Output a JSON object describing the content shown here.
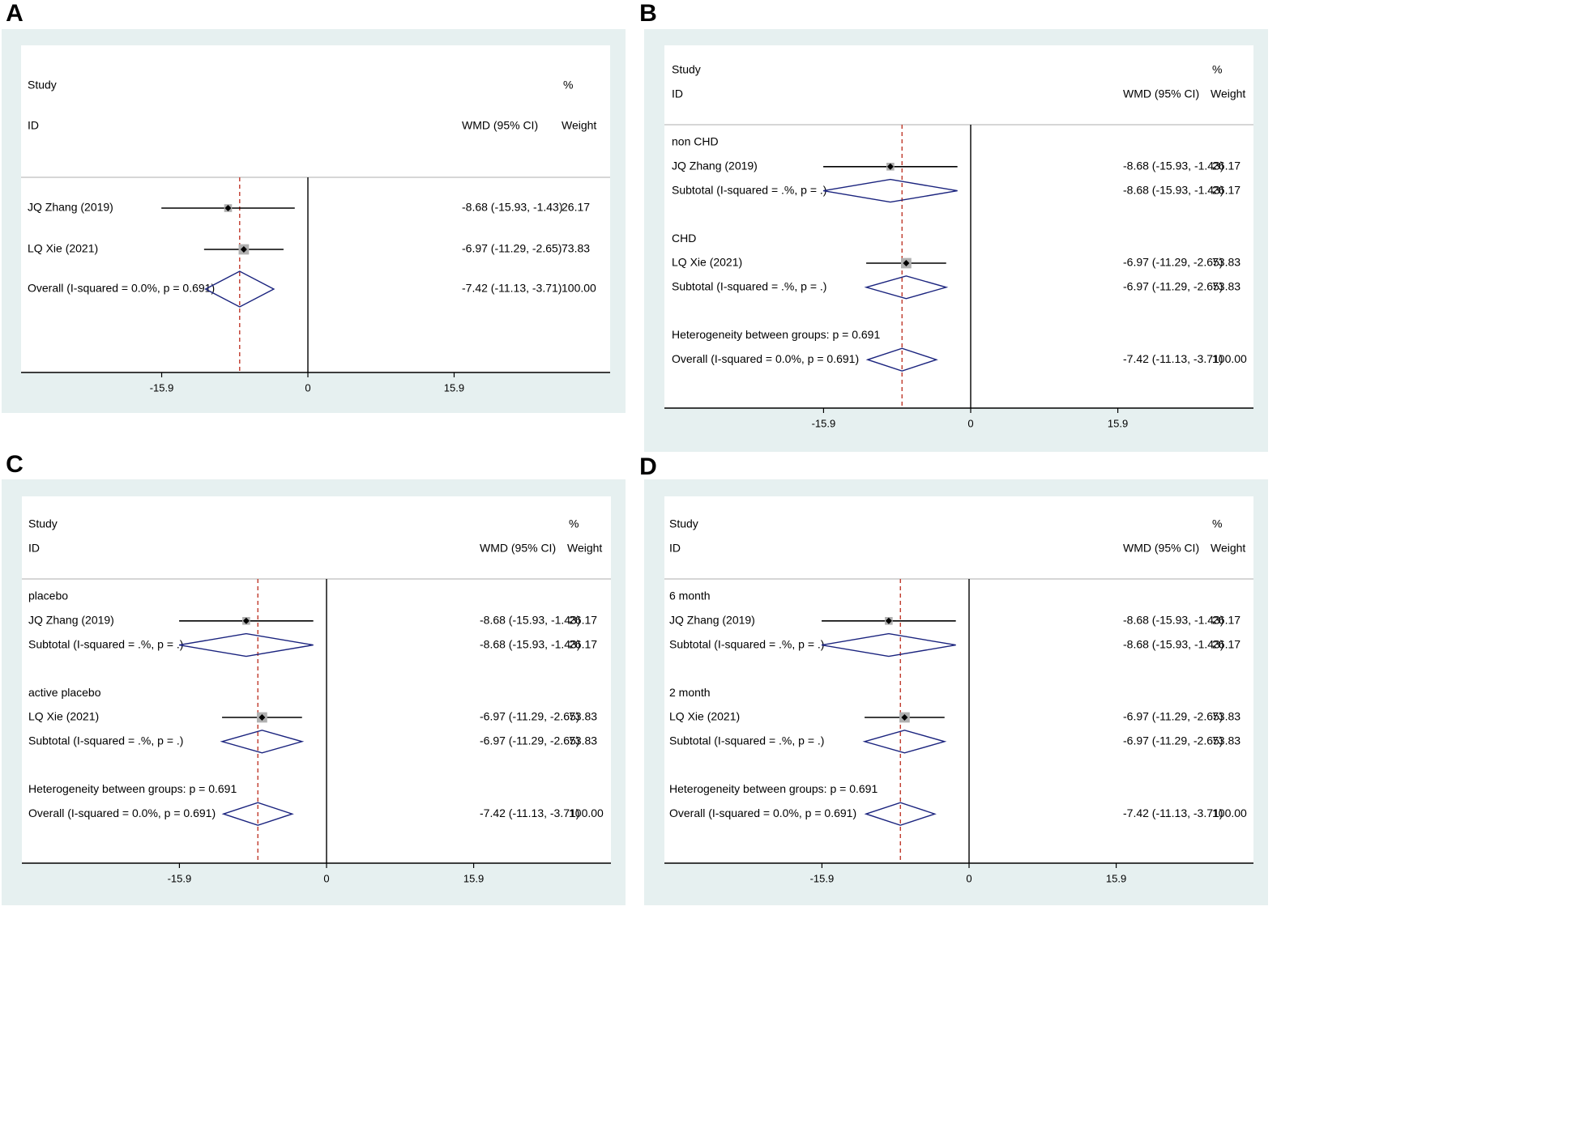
{
  "chart_data": [
    {
      "panel_label": "A",
      "type": "forest",
      "x_ticks": [
        -15.9,
        0,
        15.9
      ],
      "x_tick_labels": [
        "-15.9",
        "0",
        "15.9"
      ],
      "headers": {
        "study_1": "Study",
        "study_2": "ID",
        "effect": "WMD (95% CI)",
        "weight_1": "%",
        "weight_2": "Weight"
      },
      "rows": [
        {
          "kind": "study",
          "label": "JQ Zhang (2019)",
          "est": -8.68,
          "lo": -15.93,
          "hi": -1.43,
          "ci_text": "-8.68 (-15.93, -1.43)",
          "weight_text": "26.17",
          "weight": 26.17
        },
        {
          "kind": "study",
          "label": "LQ Xie (2021)",
          "est": -6.97,
          "lo": -11.29,
          "hi": -2.65,
          "ci_text": "-6.97 (-11.29, -2.65)",
          "weight_text": "73.83",
          "weight": 73.83
        },
        {
          "kind": "overall",
          "label": "Overall  (I-squared = 0.0%, p = 0.691)",
          "est": -7.42,
          "lo": -11.13,
          "hi": -3.71,
          "ci_text": "-7.42 (-11.13, -3.71)",
          "weight_text": "100.00"
        }
      ],
      "overall_est": -7.42
    },
    {
      "panel_label": "B",
      "type": "forest",
      "x_ticks": [
        -15.9,
        0,
        15.9
      ],
      "x_tick_labels": [
        "-15.9",
        "0",
        "15.9"
      ],
      "headers": {
        "study_1": "Study",
        "study_2": "ID",
        "effect": "WMD (95% CI)",
        "weight_1": "%",
        "weight_2": "Weight"
      },
      "rows": [
        {
          "kind": "group",
          "label": "non CHD"
        },
        {
          "kind": "study",
          "label": "JQ Zhang (2019)",
          "est": -8.68,
          "lo": -15.93,
          "hi": -1.43,
          "ci_text": "-8.68 (-15.93, -1.43)",
          "weight_text": "26.17",
          "weight": 26.17
        },
        {
          "kind": "subtotal",
          "label": "Subtotal  (I-squared = .%, p = .)",
          "est": -8.68,
          "lo": -15.93,
          "hi": -1.43,
          "ci_text": "-8.68 (-15.93, -1.43)",
          "weight_text": "26.17"
        },
        {
          "kind": "gap"
        },
        {
          "kind": "group",
          "label": "CHD"
        },
        {
          "kind": "study",
          "label": "LQ Xie (2021)",
          "est": -6.97,
          "lo": -11.29,
          "hi": -2.65,
          "ci_text": "-6.97 (-11.29, -2.65)",
          "weight_text": "73.83",
          "weight": 73.83
        },
        {
          "kind": "subtotal",
          "label": "Subtotal  (I-squared = .%, p = .)",
          "est": -6.97,
          "lo": -11.29,
          "hi": -2.65,
          "ci_text": "-6.97 (-11.29, -2.65)",
          "weight_text": "73.83"
        },
        {
          "kind": "gap"
        },
        {
          "kind": "group",
          "label": "Heterogeneity between groups: p = 0.691"
        },
        {
          "kind": "overall",
          "label": "Overall  (I-squared = 0.0%, p = 0.691)",
          "est": -7.42,
          "lo": -11.13,
          "hi": -3.71,
          "ci_text": "-7.42 (-11.13, -3.71)",
          "weight_text": "100.00"
        }
      ],
      "overall_est": -7.42
    },
    {
      "panel_label": "C",
      "type": "forest",
      "x_ticks": [
        -15.9,
        0,
        15.9
      ],
      "x_tick_labels": [
        "-15.9",
        "0",
        "15.9"
      ],
      "headers": {
        "study_1": "Study",
        "study_2": "ID",
        "effect": "WMD (95% CI)",
        "weight_1": "%",
        "weight_2": "Weight"
      },
      "rows": [
        {
          "kind": "group",
          "label": "placebo"
        },
        {
          "kind": "study",
          "label": "JQ Zhang (2019)",
          "est": -8.68,
          "lo": -15.93,
          "hi": -1.43,
          "ci_text": "-8.68 (-15.93, -1.43)",
          "weight_text": "26.17",
          "weight": 26.17
        },
        {
          "kind": "subtotal",
          "label": "Subtotal  (I-squared = .%, p = .)",
          "est": -8.68,
          "lo": -15.93,
          "hi": -1.43,
          "ci_text": "-8.68 (-15.93, -1.43)",
          "weight_text": "26.17"
        },
        {
          "kind": "gap"
        },
        {
          "kind": "group",
          "label": "active placebo"
        },
        {
          "kind": "study",
          "label": "LQ Xie (2021)",
          "est": -6.97,
          "lo": -11.29,
          "hi": -2.65,
          "ci_text": "-6.97 (-11.29, -2.65)",
          "weight_text": "73.83",
          "weight": 73.83
        },
        {
          "kind": "subtotal",
          "label": "Subtotal  (I-squared = .%, p = .)",
          "est": -6.97,
          "lo": -11.29,
          "hi": -2.65,
          "ci_text": "-6.97 (-11.29, -2.65)",
          "weight_text": "73.83"
        },
        {
          "kind": "gap"
        },
        {
          "kind": "group",
          "label": "Heterogeneity between groups: p = 0.691"
        },
        {
          "kind": "overall",
          "label": "Overall  (I-squared = 0.0%, p = 0.691)",
          "est": -7.42,
          "lo": -11.13,
          "hi": -3.71,
          "ci_text": "-7.42 (-11.13, -3.71)",
          "weight_text": "100.00"
        }
      ],
      "overall_est": -7.42
    },
    {
      "panel_label": "D",
      "type": "forest",
      "x_ticks": [
        -15.9,
        0,
        15.9
      ],
      "x_tick_labels": [
        "-15.9",
        "0",
        "15.9"
      ],
      "headers": {
        "study_1": "Study",
        "study_2": "ID",
        "effect": "WMD (95% CI)",
        "weight_1": "%",
        "weight_2": "Weight"
      },
      "rows": [
        {
          "kind": "group",
          "label": "6 month"
        },
        {
          "kind": "study",
          "label": "JQ Zhang (2019)",
          "est": -8.68,
          "lo": -15.93,
          "hi": -1.43,
          "ci_text": "-8.68 (-15.93, -1.43)",
          "weight_text": "26.17",
          "weight": 26.17
        },
        {
          "kind": "subtotal",
          "label": "Subtotal  (I-squared = .%, p = .)",
          "est": -8.68,
          "lo": -15.93,
          "hi": -1.43,
          "ci_text": "-8.68 (-15.93, -1.43)",
          "weight_text": "26.17"
        },
        {
          "kind": "gap"
        },
        {
          "kind": "group",
          "label": "2 month"
        },
        {
          "kind": "study",
          "label": "LQ Xie (2021)",
          "est": -6.97,
          "lo": -11.29,
          "hi": -2.65,
          "ci_text": "-6.97 (-11.29, -2.65)",
          "weight_text": "73.83",
          "weight": 73.83
        },
        {
          "kind": "subtotal",
          "label": "Subtotal  (I-squared = .%, p = .)",
          "est": -6.97,
          "lo": -11.29,
          "hi": -2.65,
          "ci_text": "-6.97 (-11.29, -2.65)",
          "weight_text": "73.83"
        },
        {
          "kind": "gap"
        },
        {
          "kind": "group",
          "label": "Heterogeneity between groups: p = 0.691"
        },
        {
          "kind": "overall",
          "label": "Overall  (I-squared = 0.0%, p = 0.691)",
          "est": -7.42,
          "lo": -11.13,
          "hi": -3.71,
          "ci_text": "-7.42 (-11.13, -3.71)",
          "weight_text": "100.00"
        }
      ],
      "overall_est": -7.42
    }
  ],
  "colors": {
    "panel_bg": "#e6f0f0",
    "plot_bg": "#ffffff",
    "diamond": "#1a237e",
    "overall_line": "#c0392b",
    "ci_line": "#000000",
    "weight_box": "#b0b0b0"
  }
}
